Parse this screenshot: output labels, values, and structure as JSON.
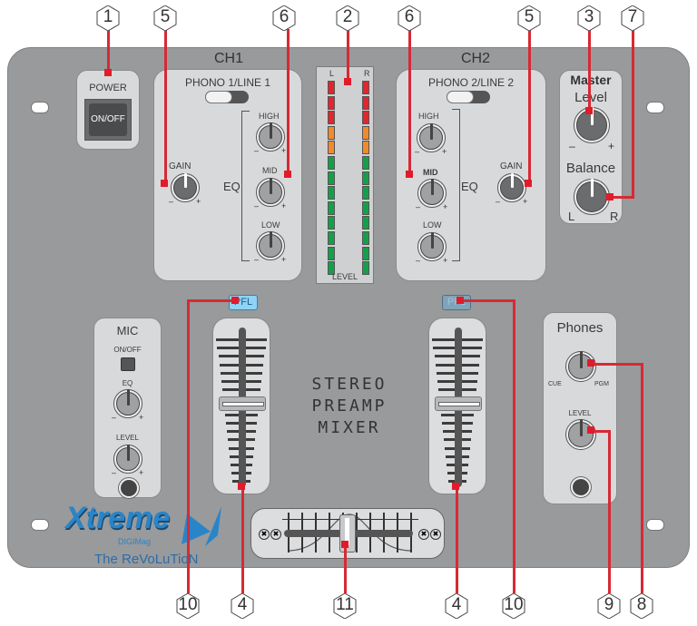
{
  "callouts": [
    {
      "id": "1",
      "target": "power-switch"
    },
    {
      "id": "2",
      "target": "level-meter"
    },
    {
      "id": "3",
      "target": "master-level-knob"
    },
    {
      "id": "4",
      "target": "channel-fader"
    },
    {
      "id": "5",
      "target": "gain-knob"
    },
    {
      "id": "6",
      "target": "eq-knobs"
    },
    {
      "id": "7",
      "target": "balance-knob"
    },
    {
      "id": "8",
      "target": "phones-cue-pgm-knob"
    },
    {
      "id": "9",
      "target": "phones-level-knob"
    },
    {
      "id": "10",
      "target": "pfl-button"
    },
    {
      "id": "11",
      "target": "crossfader"
    }
  ],
  "labels": {
    "c1": "1",
    "c2": "2",
    "c3": "3",
    "c4": "4",
    "c5": "5",
    "c6": "6",
    "c7": "7",
    "c8": "8",
    "c9": "9",
    "c10": "10",
    "c11": "11"
  },
  "power": {
    "title": "POWER",
    "button": "ON/OFF"
  },
  "ch1": {
    "title": "CH1",
    "input": "PHONO 1/LINE 1",
    "gain": "GAIN",
    "eq": "EQ",
    "high": "HIGH",
    "mid": "MID",
    "low": "LOW",
    "pfl": "PFL"
  },
  "ch2": {
    "title": "CH2",
    "input": "PHONO 2/LINE 2",
    "gain": "GAIN",
    "eq": "EQ",
    "high": "HIGH",
    "mid": "MID",
    "low": "LOW",
    "pfl": "PFL"
  },
  "meter": {
    "left": "L",
    "right": "R",
    "label": "LEVEL",
    "segments": 13,
    "red": 3,
    "orange": 2,
    "green": 8
  },
  "master": {
    "title": "Master",
    "level": "Level",
    "balance": "Balance",
    "l": "L",
    "r": "R"
  },
  "mic": {
    "title": "MIC",
    "onoff": "ON/OFF",
    "eq": "EQ",
    "level": "LEVEL"
  },
  "phones": {
    "title": "Phones",
    "cue": "CUE",
    "pgm": "PGM",
    "level": "LEVEL"
  },
  "center": {
    "line1": "STEREO",
    "line2": "PREAMP",
    "line3": "MIXER"
  },
  "logo": {
    "brand": "Xtreme",
    "sub": "DIGIMag",
    "tagline": "The ReVoLuTioN"
  },
  "signs": {
    "minus": "–",
    "plus": "+"
  },
  "colors": {
    "panel": "#999a9c",
    "subpanel": "#d8d9db",
    "callout_line": "#d62a35",
    "led_red": "#e0262e",
    "led_orange": "#f08a2c",
    "led_green": "#14a04a",
    "pfl_on": "#8fd3f5",
    "logo_blue": "#2a85c8"
  }
}
